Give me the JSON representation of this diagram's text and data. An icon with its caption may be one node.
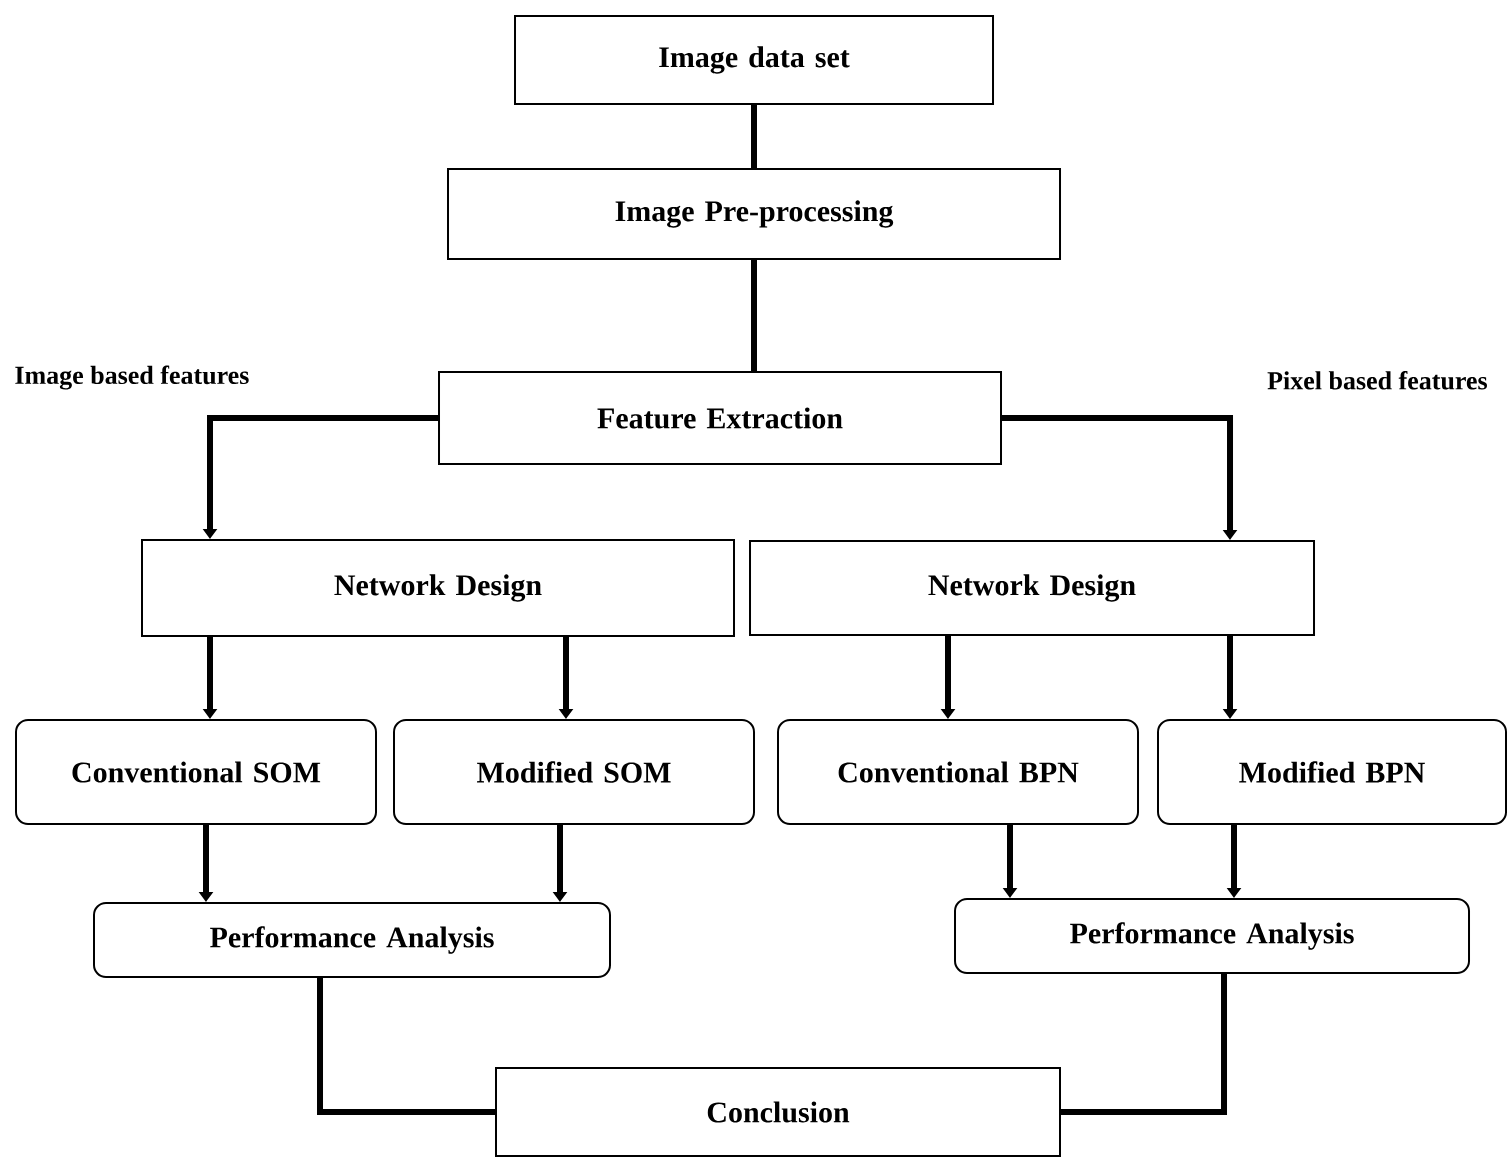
{
  "diagram": {
    "nodes": [
      {
        "text": [
          "Image data set"
        ]
      },
      {
        "text": [
          "Image Pre-processing"
        ]
      },
      {
        "text": [
          "Feature Extraction"
        ]
      },
      {
        "text": [
          "Network Design"
        ]
      },
      {
        "text": [
          "Network Design"
        ]
      },
      {
        "text": [
          "Conventional SOM"
        ]
      },
      {
        "text": [
          "Modified SOM"
        ]
      },
      {
        "text": [
          "Conventional BPN"
        ]
      },
      {
        "text": [
          "Modified BPN"
        ]
      },
      {
        "text": [
          "Performance Analysis"
        ]
      },
      {
        "text": [
          "Performance Analysis"
        ]
      },
      {
        "text": [
          "Conclusion"
        ]
      }
    ],
    "edges": [
      {
        "from": 0,
        "to": 1,
        "arrow": "none"
      },
      {
        "from": 1,
        "to": 2,
        "arrow": "none"
      },
      {
        "from": 2,
        "to": 3,
        "arrow": "to",
        "label": "Image based features"
      },
      {
        "from": 2,
        "to": 4,
        "arrow": "to",
        "label": "Pixel based features"
      },
      {
        "from": 3,
        "to": 5,
        "arrow": "to"
      },
      {
        "from": 3,
        "to": 6,
        "arrow": "to"
      },
      {
        "from": 4,
        "to": 7,
        "arrow": "to"
      },
      {
        "from": 4,
        "to": 8,
        "arrow": "to"
      },
      {
        "from": 5,
        "to": 9,
        "arrow": "to"
      },
      {
        "from": 6,
        "to": 9,
        "arrow": "to"
      },
      {
        "from": 7,
        "to": 10,
        "arrow": "to"
      },
      {
        "from": 8,
        "to": 10,
        "arrow": "to"
      },
      {
        "from": 9,
        "to": 11,
        "arrow": "none"
      },
      {
        "from": 10,
        "to": 11,
        "arrow": "none"
      }
    ]
  }
}
